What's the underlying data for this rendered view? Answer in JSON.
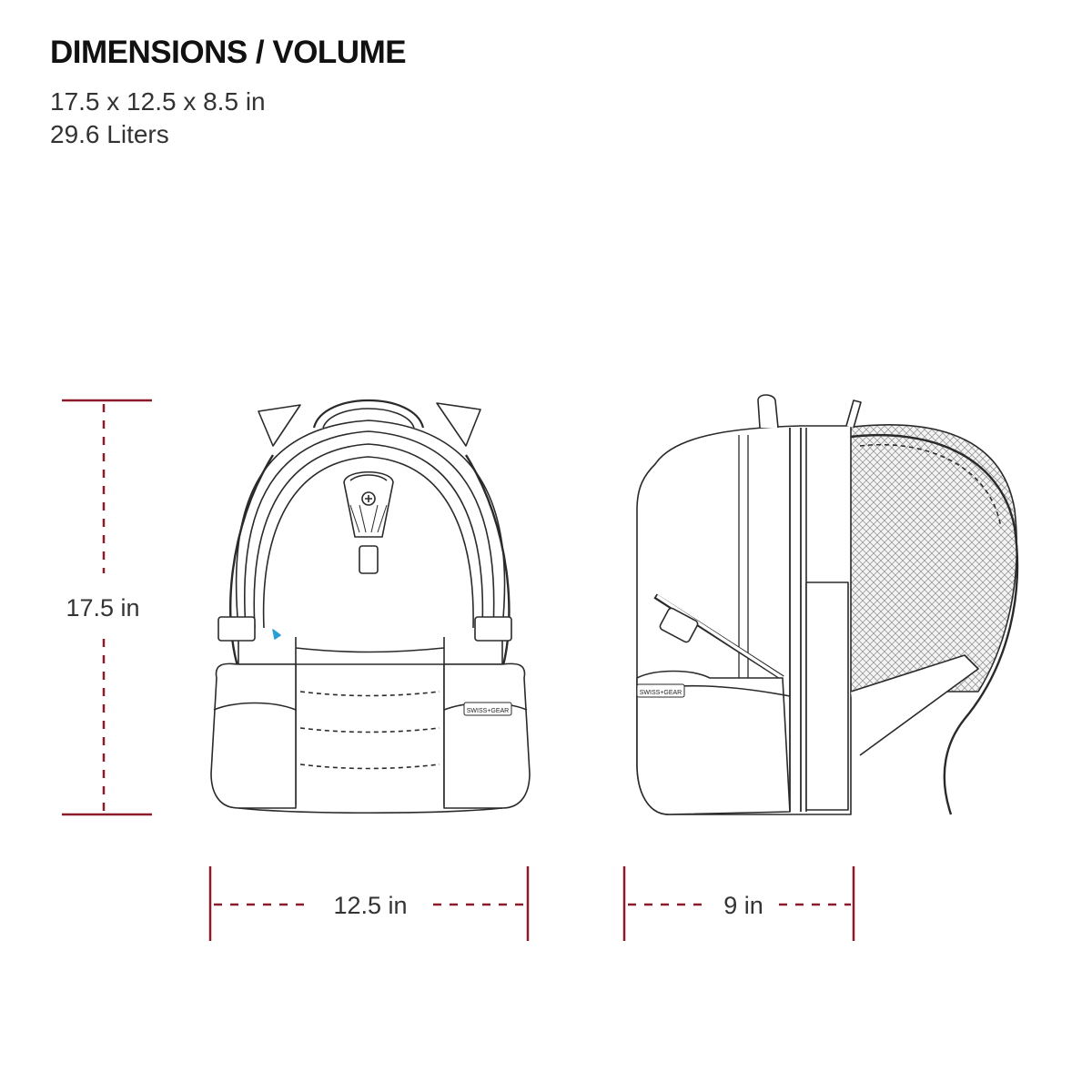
{
  "heading": "DIMENSIONS / VOLUME",
  "specs": {
    "size": "17.5 x 12.5 x 8.5 in",
    "volume": "29.6 Liters"
  },
  "dimensions": {
    "height": "17.5 in",
    "width": "12.5 in",
    "depth": "9 in"
  },
  "brand_logo_text": "SWISS+GEAR",
  "colors": {
    "dimension_line": "#8b1a2b",
    "outline": "#2a2a2a",
    "accent": "#2a9fd6"
  },
  "icons": {
    "front_view": "backpack-front-line-drawing",
    "side_view": "backpack-side-line-drawing",
    "brand_mark": "swiss-cross-icon"
  }
}
